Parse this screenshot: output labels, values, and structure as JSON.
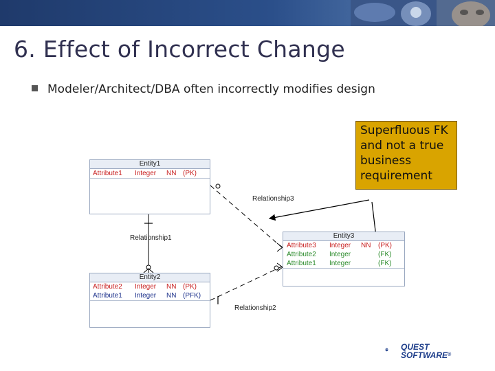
{
  "slide": {
    "title": "6. Effect of Incorrect Change",
    "bullet": "Modeler/Architect/DBA often incorrectly modifies design",
    "callout": "Superfluous FK and not a true business requirement"
  },
  "diagram": {
    "entity1": {
      "name": "Entity1",
      "attributes": [
        {
          "name": "Attribute1",
          "type": "Integer",
          "nn": "NN",
          "key": "(PK)"
        }
      ]
    },
    "entity2": {
      "name": "Entity2",
      "attributes": [
        {
          "name": "Attribute2",
          "type": "Integer",
          "nn": "NN",
          "key": "(PK)"
        },
        {
          "name": "Attribute1",
          "type": "Integer",
          "nn": "NN",
          "key": "(PFK)"
        }
      ]
    },
    "entity3": {
      "name": "Entity3",
      "attributes": [
        {
          "name": "Attribute3",
          "type": "Integer",
          "nn": "NN",
          "key": "(PK)"
        },
        {
          "name": "Attribute2",
          "type": "Integer",
          "nn": "",
          "key": "(FK)"
        },
        {
          "name": "Attribute1",
          "type": "Integer",
          "nn": "",
          "key": "(FK)"
        }
      ]
    },
    "relationships": {
      "r1": "Relationship1",
      "r2": "Relationship2",
      "r3": "Relationship3"
    }
  },
  "logo": {
    "line1": "QUEST",
    "line2": "SOFTWARE",
    "mark": "®"
  }
}
